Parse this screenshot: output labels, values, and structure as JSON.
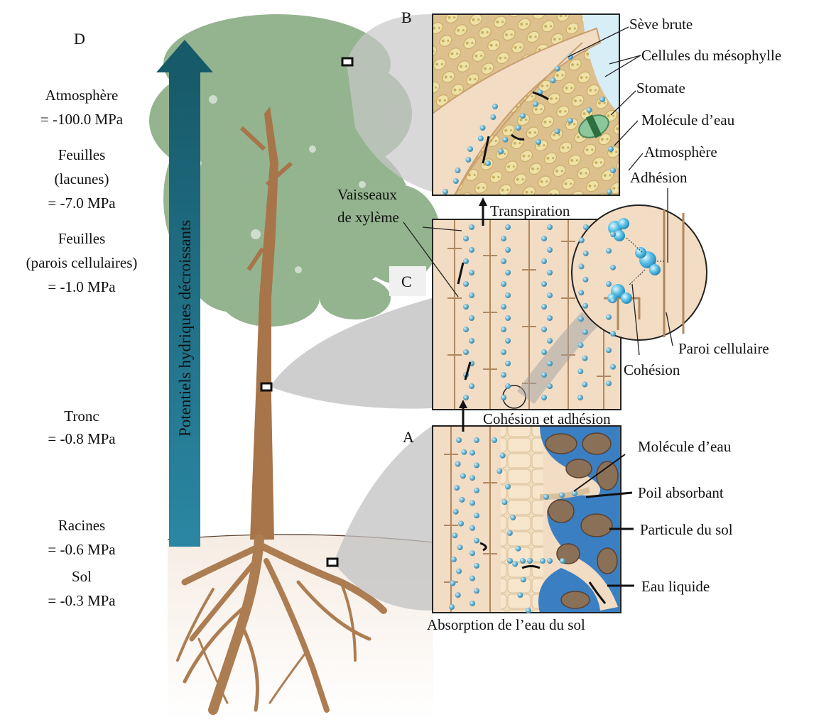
{
  "letters": {
    "a": "A",
    "b": "B",
    "c": "C",
    "d": "D"
  },
  "axis_label": "Potentiels hydriques décroissants",
  "potentials": [
    {
      "name": "Atmosphère",
      "value": "= -100.0 MPa"
    },
    {
      "name": "Feuilles",
      "sub": "(lacunes)",
      "value": "= -7.0 MPa"
    },
    {
      "name": "Feuilles",
      "sub": "(parois cellulaires)",
      "value": "= -1.0 MPa"
    },
    {
      "name": "Tronc",
      "value": "= -0.8 MPa"
    },
    {
      "name": "Racines",
      "value": "= -0.6 MPa"
    },
    {
      "name": "Sol",
      "value": "= -0.3 MPa"
    }
  ],
  "labels": {
    "seve_brute": "Sève brute",
    "mesophylle": "Cellules du mésophylle",
    "stomate": "Stomate",
    "molecule_top": "Molécule d’eau",
    "atmosphere": "Atmosphère",
    "adhesion": "Adhésion",
    "vaisseaux_1": "Vaisseaux",
    "vaisseaux_2": "de xylème",
    "transpiration": "Transpiration",
    "paroi": "Paroi cellulaire",
    "cohesion": "Cohésion",
    "cohesion_adhesion": "Cohésion et adhésion",
    "molecule_bottom": "Molécule d’eau",
    "poil": "Poil absorbant",
    "particule": "Particule du sol",
    "eau_liquide": "Eau liquide",
    "absorption": "Absorption de l’eau du sol"
  },
  "colors": {
    "arrow_top": "#175a6a",
    "arrow_bottom": "#2a87a3",
    "foliage": "#8fb08a",
    "trunk": "#a8744a",
    "soil_water": "#3a7fc2",
    "molecule": "#5aa8c8",
    "cell": "#f2dcc4"
  }
}
